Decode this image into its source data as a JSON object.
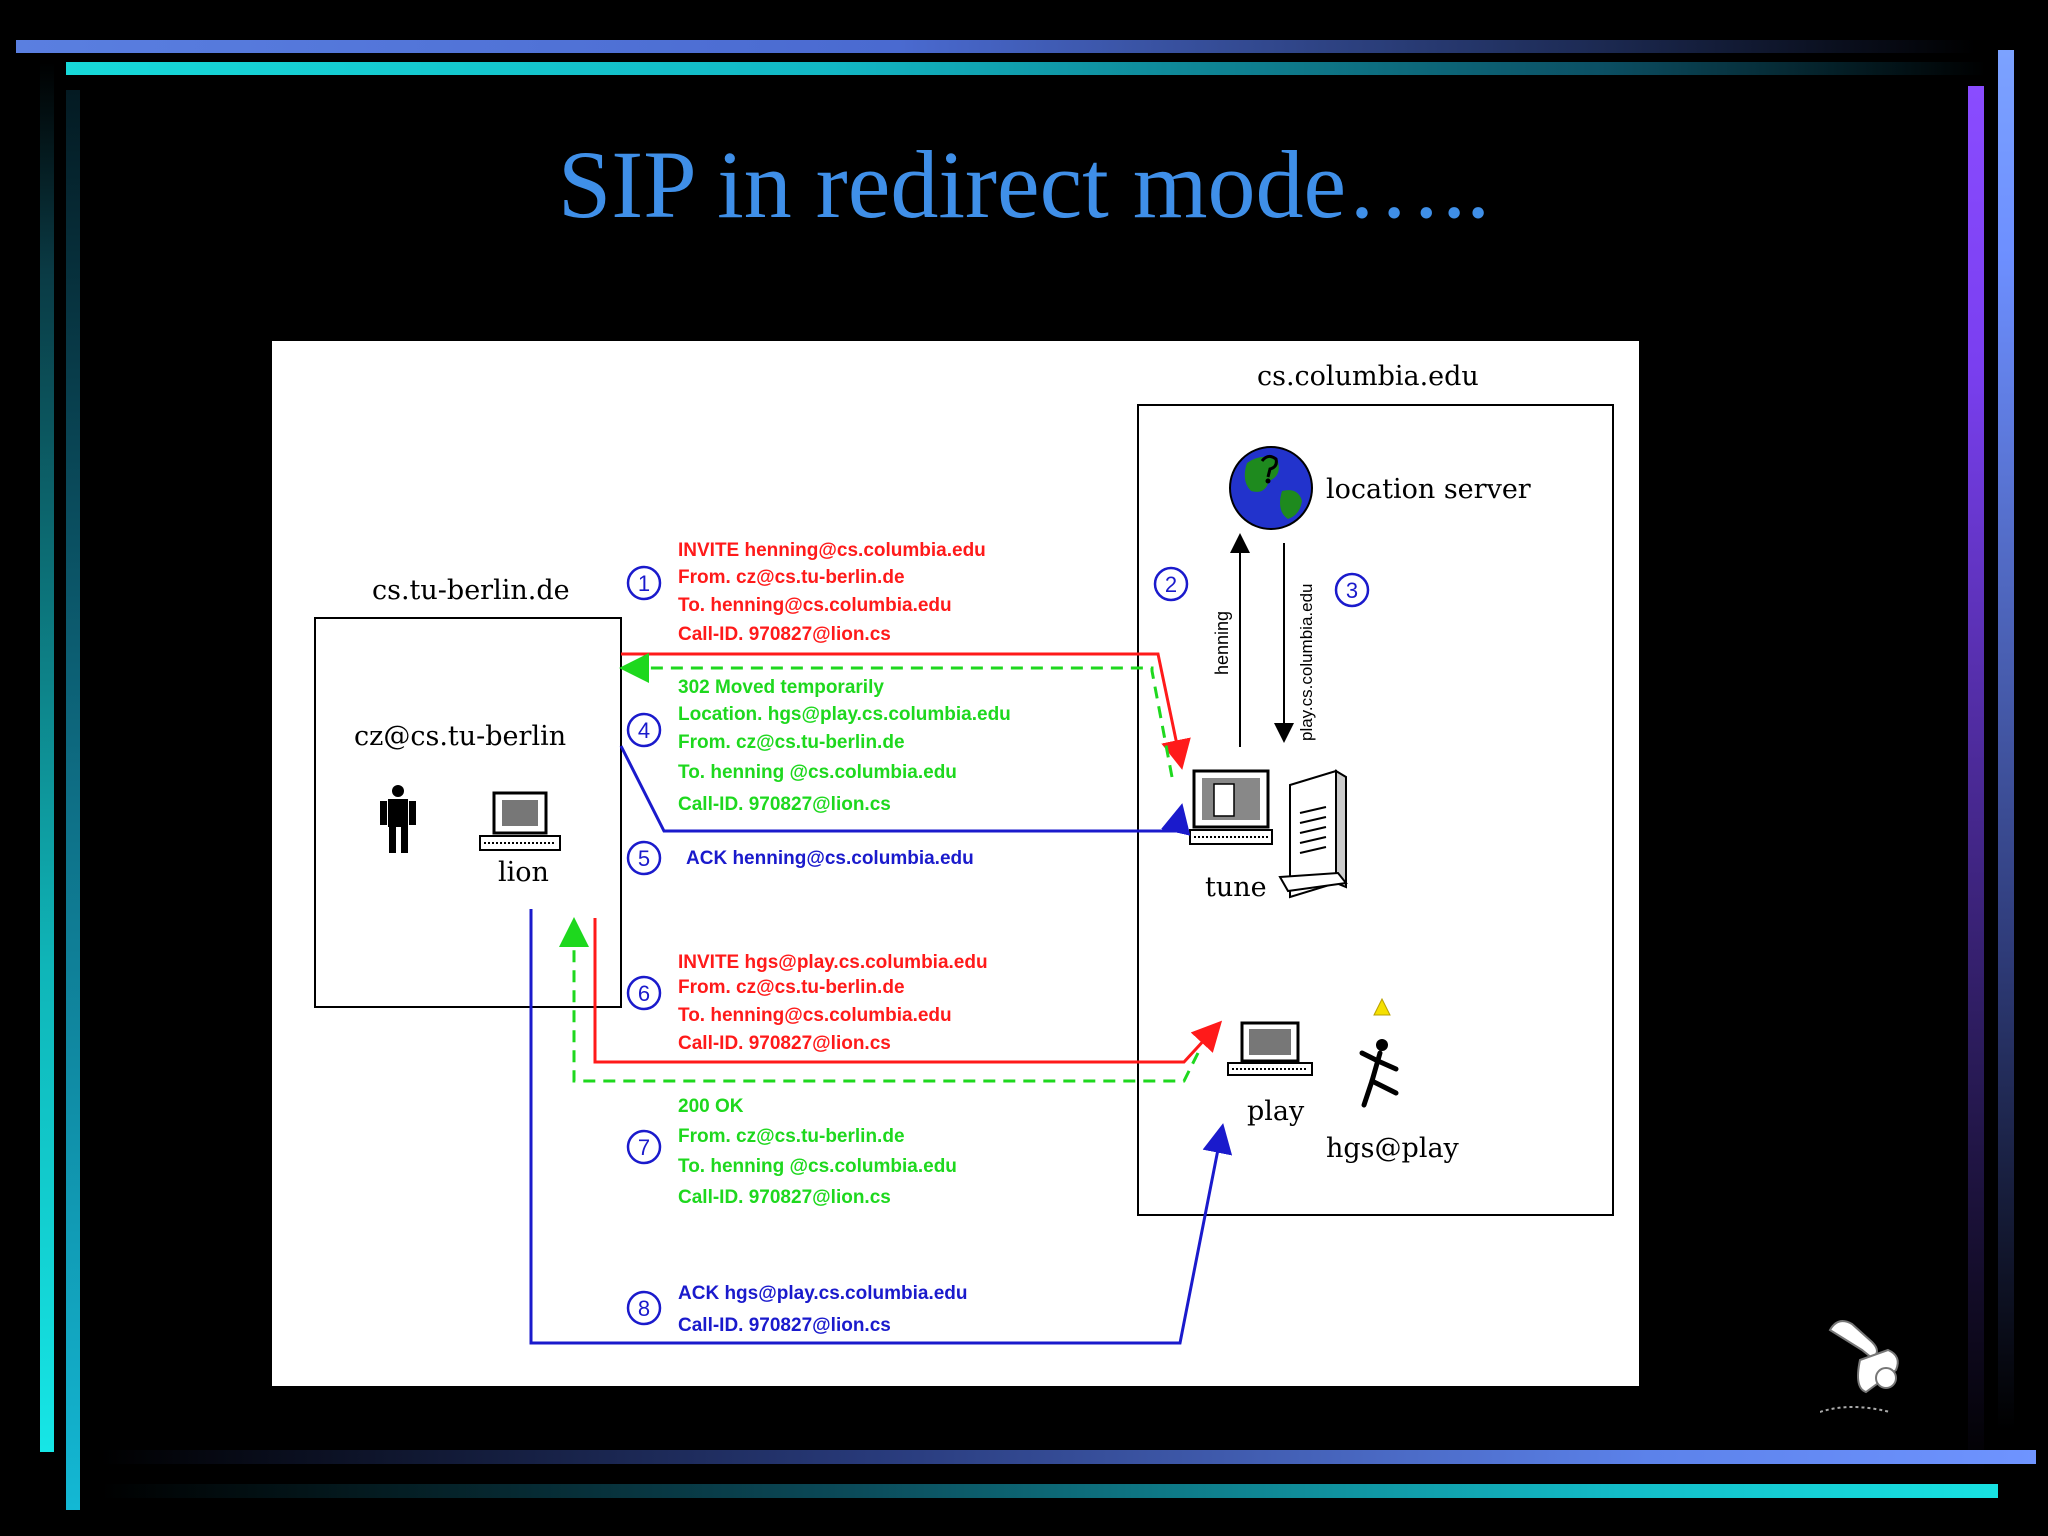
{
  "slide": {
    "title": "SIP in redirect mode….."
  },
  "domains": {
    "left": "cs.tu-berlin.de",
    "right": "cs.columbia.edu"
  },
  "nodes": {
    "user": "cz@cs.tu-berlin",
    "lion": "lion",
    "location_server": "location server",
    "tune": "tune",
    "play": "play",
    "hgs": "hgs@play"
  },
  "steps": [
    {
      "num": "1",
      "lines": [
        "INVITE henning@cs.columbia.edu",
        "From. cz@cs.tu-berlin.de",
        "To. henning@cs.columbia.edu",
        "Call-ID. 970827@lion.cs"
      ]
    },
    {
      "num": "2",
      "lines": [
        "henning"
      ]
    },
    {
      "num": "3",
      "lines": [
        "play.cs.columbia.edu"
      ]
    },
    {
      "num": "4",
      "lines": [
        "302 Moved temporarily",
        "Location. hgs@play.cs.columbia.edu",
        "From. cz@cs.tu-berlin.de",
        "To. henning @cs.columbia.edu",
        "Call-ID. 970827@lion.cs"
      ]
    },
    {
      "num": "5",
      "lines": [
        "ACK henning@cs.columbia.edu"
      ]
    },
    {
      "num": "6",
      "lines": [
        "INVITE hgs@play.cs.columbia.edu",
        "From. cz@cs.tu-berlin.de",
        "To. henning@cs.columbia.edu",
        "Call-ID. 970827@lion.cs"
      ]
    },
    {
      "num": "7",
      "lines": [
        "200 OK",
        "From. cz@cs.tu-berlin.de",
        "To. henning @cs.columbia.edu",
        "Call-ID. 970827@lion.cs"
      ]
    },
    {
      "num": "8",
      "lines": [
        "ACK hgs@play.cs.columbia.edu",
        "Call-ID. 970827@lion.cs"
      ]
    }
  ],
  "colors": {
    "invite": "#ff1a1a",
    "response": "#1ed81e",
    "ack": "#1a1acc",
    "title": "#3f8fe8"
  },
  "icons": [
    "globe-icon",
    "person-icon",
    "computer-icon",
    "server-tower-icon",
    "running-person-icon",
    "bell-icon",
    "telephone-clipart-icon"
  ]
}
